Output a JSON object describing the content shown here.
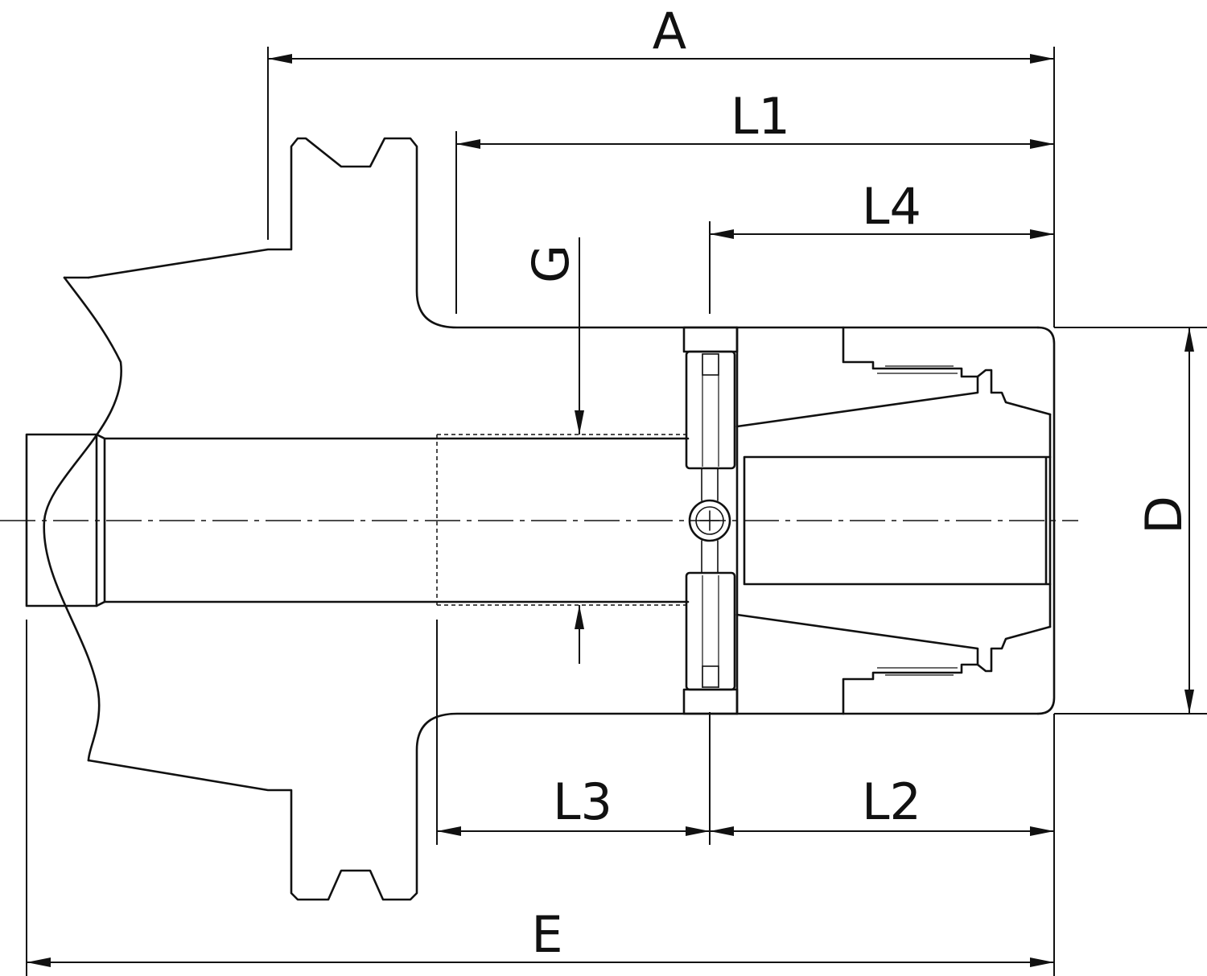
{
  "labels": {
    "A": "A",
    "L1": "L1",
    "L4": "L4",
    "G": "G",
    "D": "D",
    "L3": "L3",
    "L2": "L2",
    "E": "E"
  },
  "colors": {
    "line": "#111111",
    "background": "#ffffff"
  }
}
